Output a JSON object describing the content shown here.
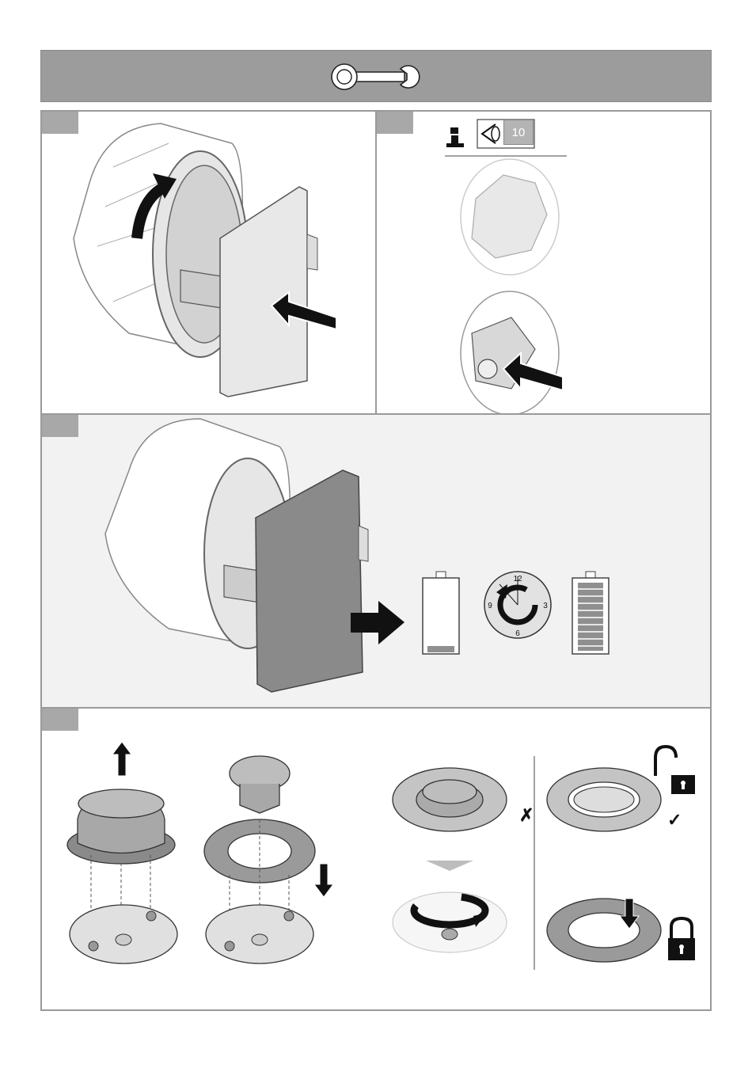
{
  "header": {
    "icon": "wrench-icon"
  },
  "steps": [
    {
      "id": "step-1",
      "icon": "rotate-arrow-icon"
    },
    {
      "id": "step-2",
      "icons": [
        "info-icon",
        "eye-inspect-icon"
      ],
      "info_number": "10"
    },
    {
      "id": "step-3",
      "icons": [
        "battery-empty-icon",
        "clock-dial-icon",
        "battery-full-icon"
      ],
      "clock_labels": {
        "top": "12",
        "right": "3",
        "bottom": "6",
        "left": "9"
      }
    },
    {
      "id": "step-4",
      "icons": [
        "up-arrow-icon",
        "down-arrow-icon",
        "cross-mark-icon",
        "check-mark-icon",
        "unlocked-padlock-icon",
        "locked-padlock-icon"
      ],
      "marks": {
        "wrong": "✗",
        "right": "✓"
      }
    }
  ],
  "colors": {
    "header": "#9c9c9c",
    "tab": "#a8a8a8",
    "panel_bg": "#f2f2f2",
    "arrow": "#111111"
  }
}
